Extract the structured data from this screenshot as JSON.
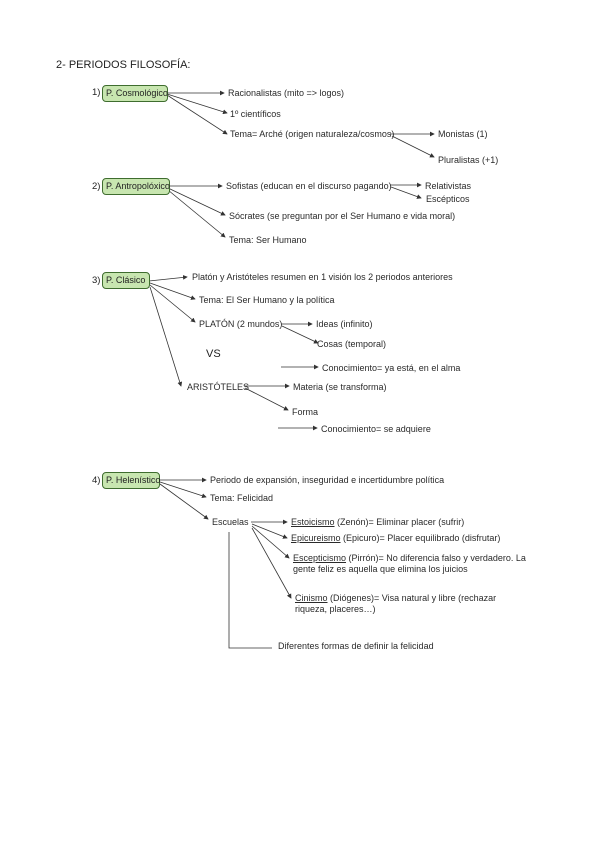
{
  "title": "2- PERIODOS FILOSOFÍA:",
  "vs": "VS",
  "sections": [
    {
      "num": "1)",
      "box": "P. Cosmológico",
      "items": [
        "Racionalistas (mito => logos)",
        "1º científicos",
        "Tema= Arché (origen naturaleza/cosmos)",
        "Monistas (1)",
        "Pluralistas (+1)"
      ]
    },
    {
      "num": "2)",
      "box": "P. Antropolóxico",
      "items": [
        "Sofistas (educan en el discurso pagando)",
        "Relativistas",
        "Escépticos",
        "Sócrates (se preguntan por el Ser Humano e vida moral)",
        "Tema: Ser Humano"
      ]
    },
    {
      "num": "3)",
      "box": "P. Clásico",
      "items": [
        "Platón y Aristóteles resumen en 1 visión los 2 periodos anteriores",
        "Tema: El Ser Humano y la política",
        "PLATÓN (2 mundos)",
        "Ideas (infinito)",
        "Cosas (temporal)",
        "Conocimiento= ya está, en el alma",
        "ARISTÓTELES",
        "Materia (se transforma)",
        "Forma",
        "Conocimiento= se adquiere"
      ]
    },
    {
      "num": "4)",
      "box": "P. Helenístico",
      "items": [
        "Periodo de expansión, inseguridad e incertidumbre política",
        "Tema: Felicidad",
        "Escuelas"
      ],
      "schools": [
        {
          "name": "Estoicismo",
          "rest": " (Zenón)= Eliminar placer (sufrir)"
        },
        {
          "name": "Epicureismo",
          "rest": " (Epicuro)= Placer equilibrado (disfrutar)"
        },
        {
          "name": "Escepticismo",
          "rest": " (Pirrón)= No diferencia falso y verdadero. La gente feliz es aquella que elimina los juicios"
        },
        {
          "name": "Cinismo",
          "rest": " (Diógenes)= Visa natural y libre (rechazar riqueza, placeres…)"
        }
      ],
      "footer": "Diferentes formas de definir la felicidad"
    }
  ]
}
